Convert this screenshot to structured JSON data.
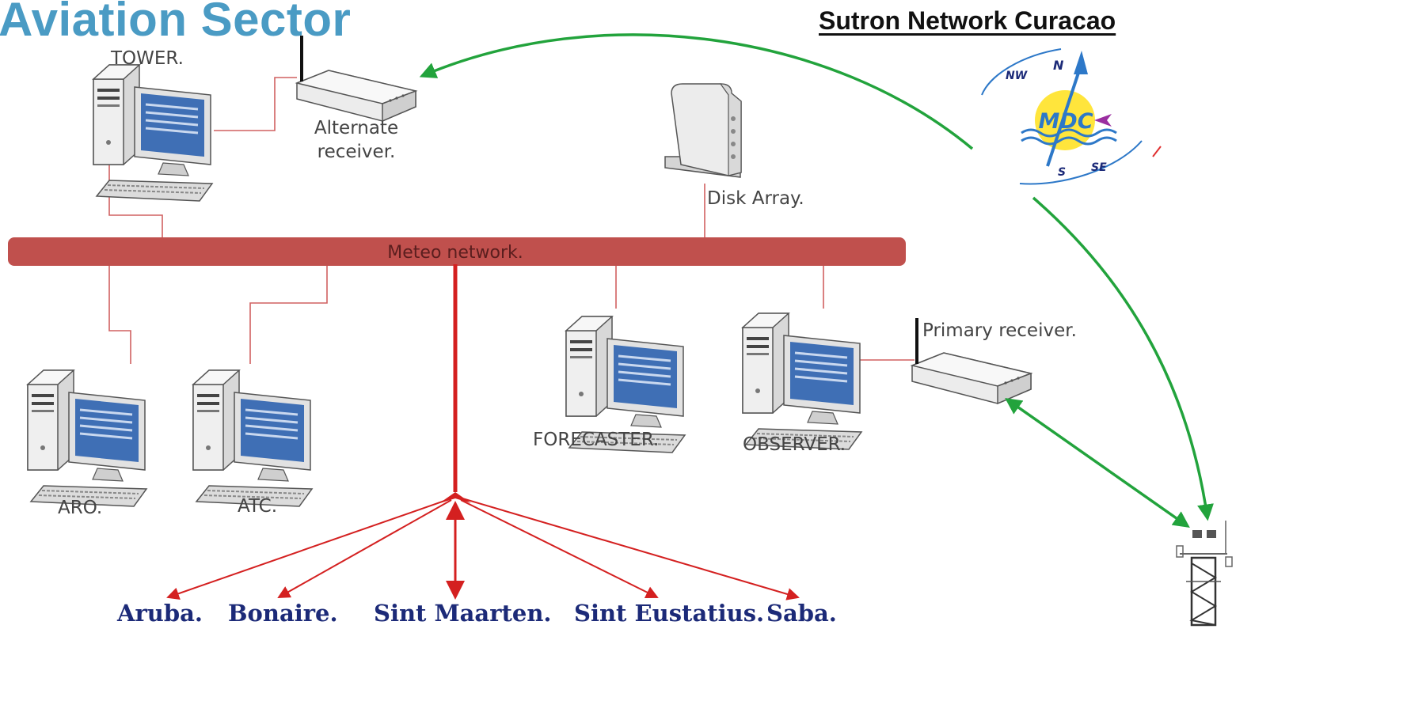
{
  "titles": {
    "sector": "Aviation Sector",
    "network": "Sutron Network Curacao"
  },
  "network_bus": {
    "label": "Meteo network."
  },
  "nodes": {
    "tower": "TOWER.",
    "alternate_receiver": "Alternate\nreceiver.",
    "disk_array": "Disk Array.",
    "aro": "ARO.",
    "atc": "ATC.",
    "forecaster": "FORECASTER.",
    "observer": "OBSERVER.",
    "primary_receiver": "Primary receiver."
  },
  "logo": {
    "text": "MDC",
    "compass": {
      "north": "N",
      "northwest": "NW",
      "south": "S",
      "southeast": "SE"
    }
  },
  "destinations": [
    "Aruba.",
    "Bonaire.",
    "Sint Maarten.",
    "Sint Eustatius.",
    "Saba."
  ],
  "colors": {
    "bus": "#c0504d",
    "link": "#d9534f",
    "radio_link": "#2aa745",
    "destination_text": "#1c2a78",
    "title_sector": "#4a9bc4",
    "monitor_screen": "#3f6fb5"
  },
  "icons": {
    "workstation": "desktop-computer-icon",
    "receiver": "wireless-router-icon",
    "disk_array": "storage-tower-icon",
    "station": "weather-mast-icon",
    "logo": "compass-logo-icon"
  }
}
